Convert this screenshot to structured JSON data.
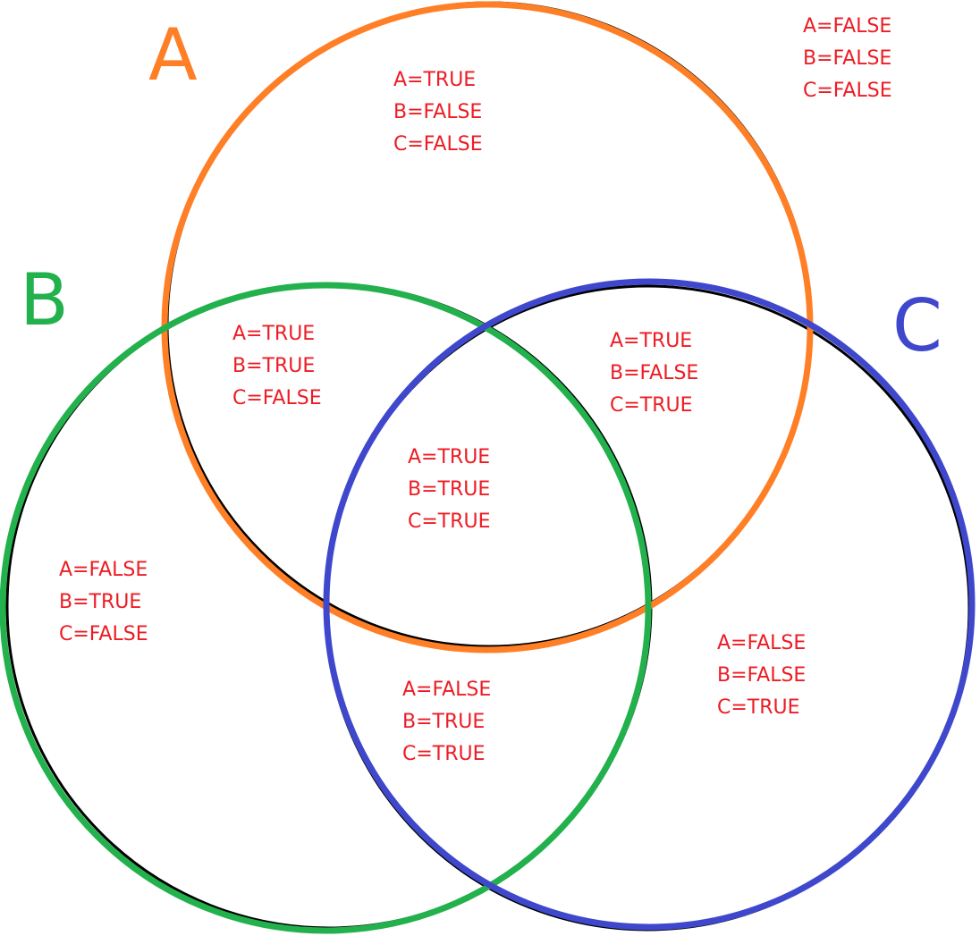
{
  "sets": [
    {
      "id": "A",
      "label": "A",
      "color": "#ff7f27"
    },
    {
      "id": "B",
      "label": "B",
      "color": "#22b14c"
    },
    {
      "id": "C",
      "label": "C",
      "color": "#3f48cc"
    }
  ],
  "text_color": "#ed1c24",
  "outline_color": "#000000",
  "regions": {
    "none": {
      "a": "A=FALSE",
      "b": "B=FALSE",
      "c": "C=FALSE"
    },
    "a_only": {
      "a": "A=TRUE",
      "b": "B=FALSE",
      "c": "C=FALSE"
    },
    "ab": {
      "a": "A=TRUE",
      "b": "B=TRUE",
      "c": "C=FALSE"
    },
    "ac": {
      "a": "A=TRUE",
      "b": "B=FALSE",
      "c": "C=TRUE"
    },
    "abc": {
      "a": "A=TRUE",
      "b": "B=TRUE",
      "c": "C=TRUE"
    },
    "b_only": {
      "a": "A=FALSE",
      "b": "B=TRUE",
      "c": "C=FALSE"
    },
    "c_only": {
      "a": "A=FALSE",
      "b": "B=FALSE",
      "c": "C=TRUE"
    },
    "bc": {
      "a": "A=FALSE",
      "b": "B=TRUE",
      "c": "C=TRUE"
    }
  }
}
